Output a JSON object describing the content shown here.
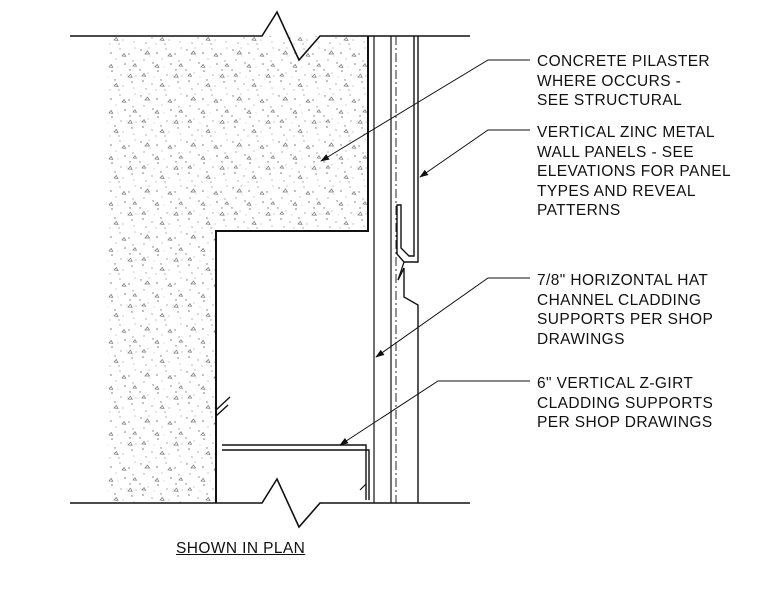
{
  "notes": [
    {
      "lines": [
        "CONCRETE PILASTER",
        "WHERE OCCURS -",
        "SEE  STRUCTURAL"
      ]
    },
    {
      "lines": [
        "VERTICAL ZINC METAL",
        "WALL PANELS - SEE",
        "ELEVATIONS FOR PANEL",
        "TYPES AND REVEAL",
        "PATTERNS"
      ]
    },
    {
      "lines": [
        "7/8\" HORIZONTAL HAT",
        "CHANNEL CLADDING",
        "SUPPORTS PER SHOP",
        "DRAWINGS"
      ]
    },
    {
      "lines": [
        "6\" VERTICAL Z-GIRT",
        "CLADDING SUPPORTS",
        "PER SHOP DRAWINGS"
      ]
    }
  ],
  "caption": "SHOWN IN PLAN",
  "colors": {
    "line": "#111111",
    "background": "#ffffff",
    "speckle": "#6a6a6a"
  }
}
